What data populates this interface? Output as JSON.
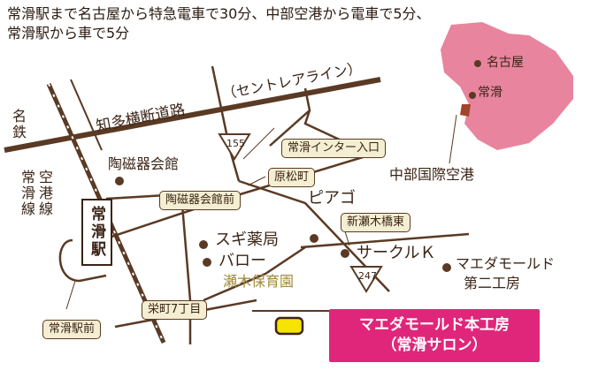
{
  "access_text": {
    "line1": "常滑駅まで名古屋から特急電車で30分、中部空港から電車で5分、",
    "line2": "常滑駅から車で5分"
  },
  "roads": {
    "chita_road": "知多横断道路",
    "centrair_line": "（セントレアライン）"
  },
  "railway": {
    "meitetsu": "名鉄",
    "airport_line": "空港線",
    "tokoname_line": "常滑線",
    "station": "常滑駅"
  },
  "route_numbers": {
    "r155": "155",
    "r247": "247"
  },
  "boxed_labels": {
    "tokoname_ic": "常滑インター入口",
    "haramatsucho": "原松町",
    "toujikikaikan_mae": "陶磁器会館前",
    "shinsegi_higashi": "新瀬木橋東",
    "sakaemachi": "栄町7丁目",
    "station_front": "常滑駅前"
  },
  "landmarks": {
    "toujikikaikan": "陶磁器会館",
    "piago": "ピアゴ",
    "sugi": "スギ薬局",
    "barrow": "バロー",
    "circle_k": "サークルＫ",
    "seki_hoikuen": "瀬木保育園",
    "maeda_second_line1": "マエダモールド",
    "maeda_second_line2": "第二工房"
  },
  "destination": {
    "line1": "マエダモールド本工房",
    "line2": "（常滑サロン）"
  },
  "inset": {
    "nagoya": "名古屋",
    "tokoname": "常滑",
    "airport": "中部国際空港"
  },
  "colors": {
    "road": "#5a3a24",
    "box_fill": "#f4eed2",
    "destination": "#e0267a",
    "marker": "#f5e300",
    "inset_land": "#e8849e",
    "nursery_text": "#a08a3a"
  },
  "icons": {
    "dot": "landmark-dot-icon",
    "marker": "destination-marker-icon",
    "shield": "route-shield-icon"
  }
}
